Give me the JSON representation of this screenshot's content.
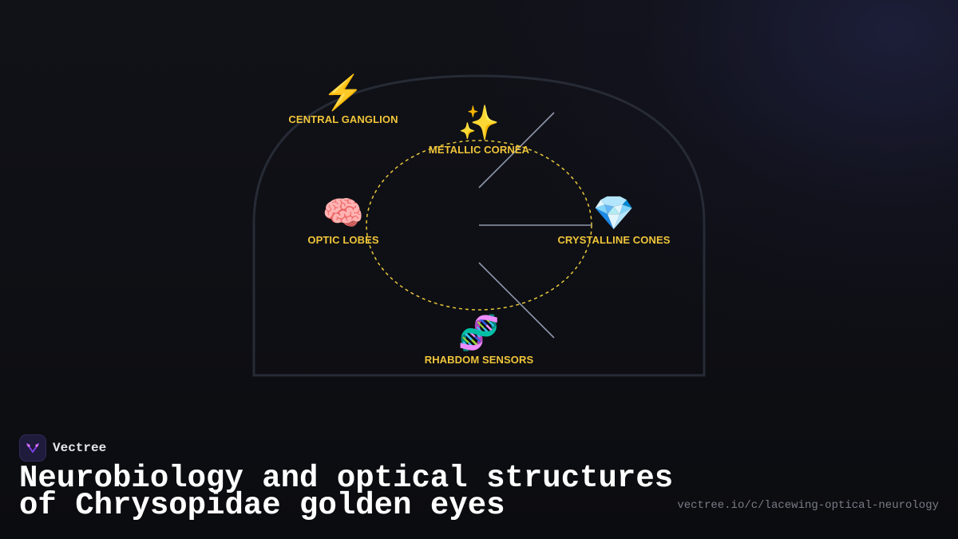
{
  "diagram": {
    "nodes": [
      {
        "id": "central-ganglion",
        "icon": "lightning-icon",
        "emoji": "⚡",
        "label": "CENTRAL GANGLION"
      },
      {
        "id": "metallic-cornea",
        "icon": "sparkles-icon",
        "emoji": "✨",
        "label": "METALLIC CORNEA"
      },
      {
        "id": "optic-lobes",
        "icon": "brain-icon",
        "emoji": "🧠",
        "label": "OPTIC LOBES"
      },
      {
        "id": "crystalline-cones",
        "icon": "gem-icon",
        "emoji": "💎",
        "label": "CRYSTALLINE CONES"
      },
      {
        "id": "rhabdom-sensors",
        "icon": "dna-icon",
        "emoji": "🧬",
        "label": "RHABDOM SENSORS"
      }
    ],
    "colors": {
      "label": "#f0c53a",
      "dashed_ring": "#e8c73c",
      "outline": "#262b36",
      "connector": "#8f97ab"
    }
  },
  "footer": {
    "brand_name": "Vectree",
    "brand_icon": "vectree-logo-icon",
    "title": "Neurobiology and optical structures of Chrysopidae golden eyes",
    "url": "vectree.io/c/lacewing-optical-neurology"
  }
}
